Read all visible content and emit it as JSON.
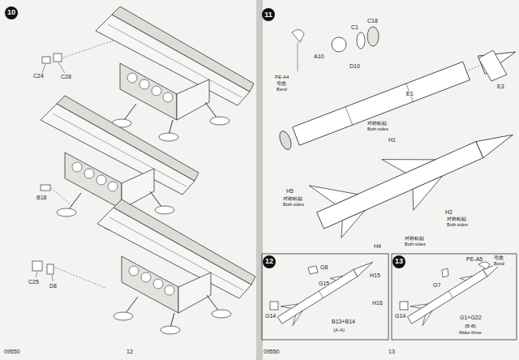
{
  "diagram": {
    "nodes": [
      {
        "text": [
          "10"
        ]
      },
      {
        "text": [
          "11"
        ]
      },
      {
        "text": [
          "12"
        ]
      },
      {
        "text": [
          "13"
        ]
      }
    ],
    "labels": [
      "C24",
      "C28",
      "B18",
      "C25",
      "D8",
      "09550",
      "12",
      "C18",
      "C1",
      "A10",
      "D10",
      "E3",
      "PE-A4",
      "弯曲",
      "Bend",
      "E1",
      "对称粘贴",
      "Both sides",
      "H1",
      "H5",
      "对称粘贴",
      "Both sides",
      "H2",
      "对称粘贴",
      "Both sides",
      "H4",
      "对称粘贴",
      "Both sides",
      "G8",
      "H15",
      "H16",
      "G15",
      "G14",
      "B13+B14",
      "(A-A)",
      "PE-A5",
      "弯曲",
      "Bend",
      "G7",
      "G14",
      "G1+G22",
      "(B-B)",
      "Make three",
      "09550",
      "13"
    ]
  }
}
